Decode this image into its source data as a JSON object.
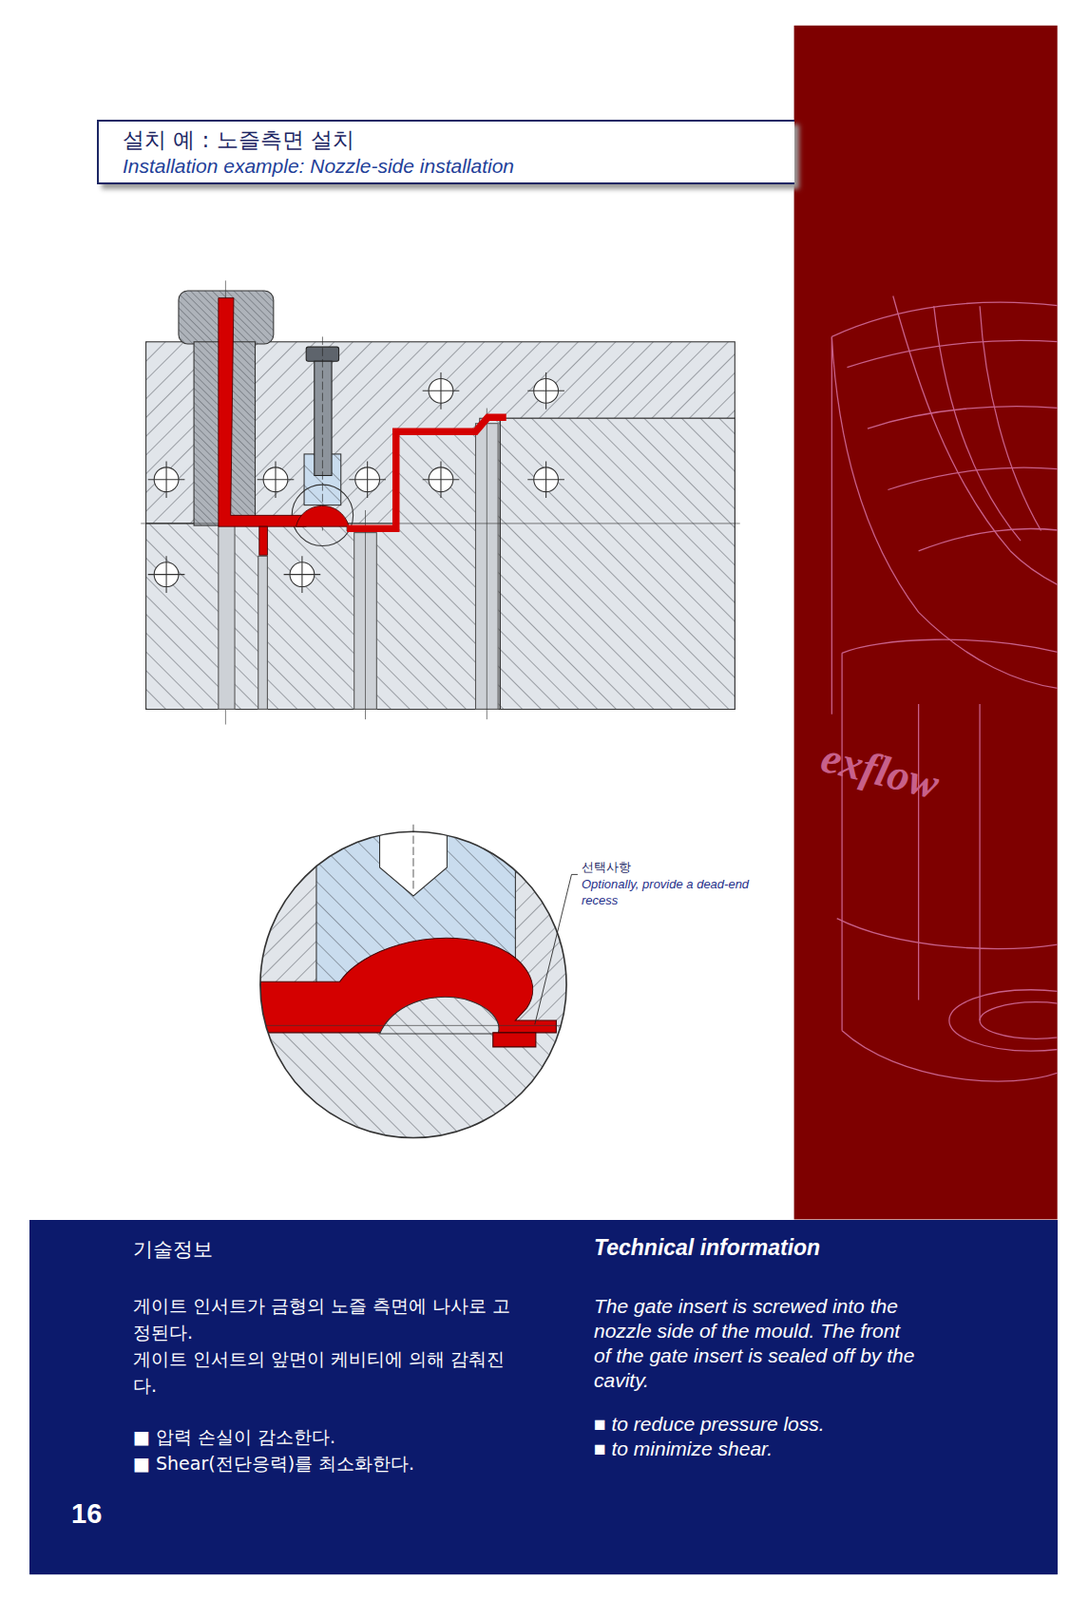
{
  "diagram": {
    "nodes": [
      {
        "text": [
          "설치 예 : 노즐측면 설치",
          "Installation example: Nozzle-side installation"
        ]
      },
      {
        "text": [
          "기술정보",
          "게이트 인서트가 금형의 노즐 측면에 나사로 고정된다.",
          "게이트 인서트의 앞면이 케비티에 의해 감춰진다.",
          "■ 압력 손실이 감소한다.",
          "■ Shear(전단응력)를 최소화한다.",
          "Technical information",
          "The gate insert is screwed into the nozzle side of the mould. The front of the gate insert is sealed off by the cavity.",
          "■ to reduce pressure loss.",
          "■ to minimize shear.",
          "16"
        ]
      }
    ],
    "labels": [
      "선택사항",
      "Optionally, provide a dead-end recess",
      "exflow"
    ]
  }
}
